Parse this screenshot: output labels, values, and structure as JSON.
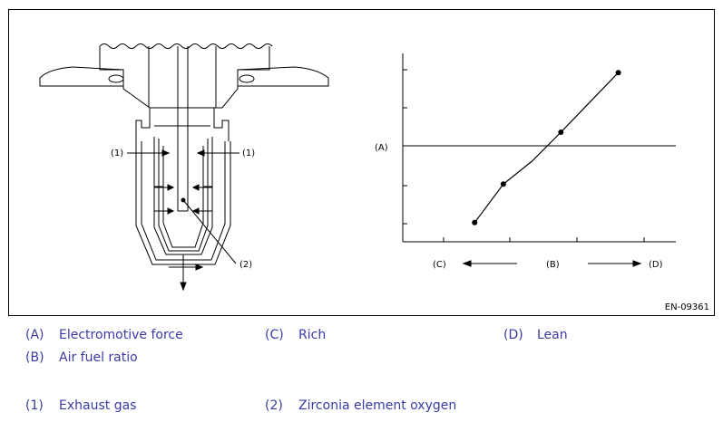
{
  "figure": {
    "id": "EN-09361",
    "sensor_callouts": {
      "exhaust_left": "(1)",
      "exhaust_right": "(1)",
      "element": "(2)"
    },
    "graph_labels": {
      "y_axis": "(A)",
      "rich": "(C)",
      "ratio": "(B)",
      "lean": "(D)"
    }
  },
  "chart_data": {
    "type": "line",
    "points": [
      {
        "x": 0.98,
        "y": 1.0
      },
      {
        "x": 0.99,
        "y": 3.0
      },
      {
        "x": 1.0,
        "y": 4.2
      },
      {
        "x": 1.01,
        "y": 5.7
      },
      {
        "x": 1.03,
        "y": 8.8
      }
    ],
    "grid": false
  },
  "legend": [
    {
      "key": "(A)",
      "text": "Electromotive force"
    },
    {
      "key": "(C)",
      "text": "Rich"
    },
    {
      "key": "(D)",
      "text": "Lean"
    },
    {
      "key": "(B)",
      "text": "Air fuel ratio"
    },
    {
      "key": "(1)",
      "text": "Exhaust gas"
    },
    {
      "key": "(2)",
      "text": "Zirconia element oxygen"
    }
  ],
  "colors": {
    "legend_text": "#3a3aa6",
    "line": "#000000"
  }
}
